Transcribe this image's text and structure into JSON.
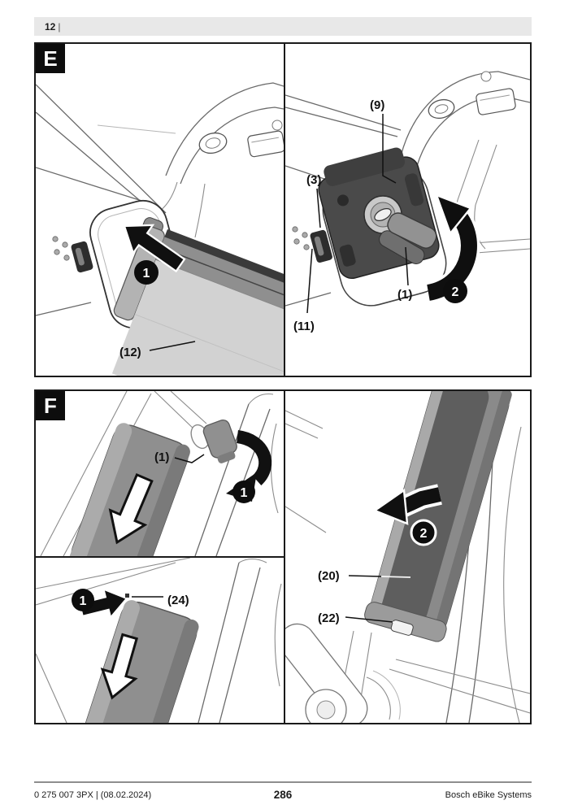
{
  "header": {
    "page_marker": "12",
    "separator": "|"
  },
  "figures": {
    "e": {
      "badge": "E",
      "left": {
        "step": "1",
        "callout_12": "(12)"
      },
      "right": {
        "step": "2",
        "callout_9": "(9)",
        "callout_3": "(3)",
        "callout_11": "(11)",
        "callout_1": "(1)"
      }
    },
    "f": {
      "badge": "F",
      "top_left": {
        "step": "1",
        "callout_1": "(1)"
      },
      "bottom_left": {
        "step": "1",
        "callout_24": "(24)"
      },
      "right": {
        "step": "2",
        "callout_20": "(20)",
        "callout_22": "(22)"
      }
    }
  },
  "footer": {
    "doc_code": "0 275 007 3PX | (08.02.2024)",
    "page_number": "286",
    "brand": "Bosch eBike Systems"
  },
  "colors": {
    "header_bar": "#e8e8e8",
    "panel_border": "#1a1a1a",
    "badge_bg": "#0d0d0d",
    "arrow_black": "#111111",
    "cover_gray": "#8f8f8f",
    "battery_gray": "#9b9b9b",
    "battery_dark": "#5e5e5e",
    "lock_plate": "#4a4a4a",
    "footer_rule": "#8e8e8e"
  }
}
